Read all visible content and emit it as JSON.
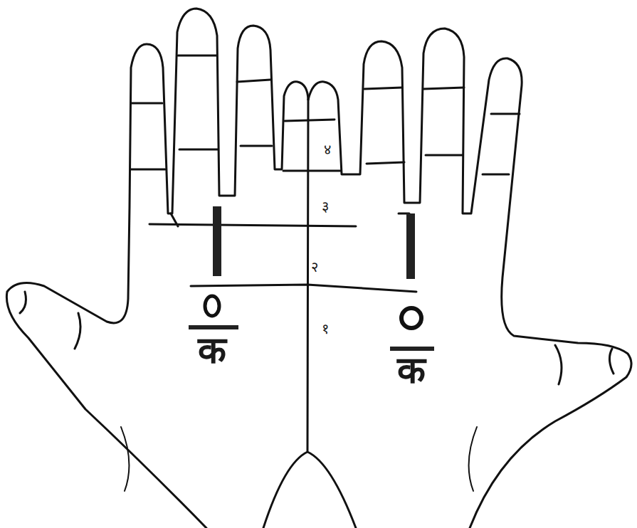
{
  "diagram": {
    "labels": [
      "४",
      "३",
      "२",
      "१",
      "क",
      "क"
    ]
  }
}
